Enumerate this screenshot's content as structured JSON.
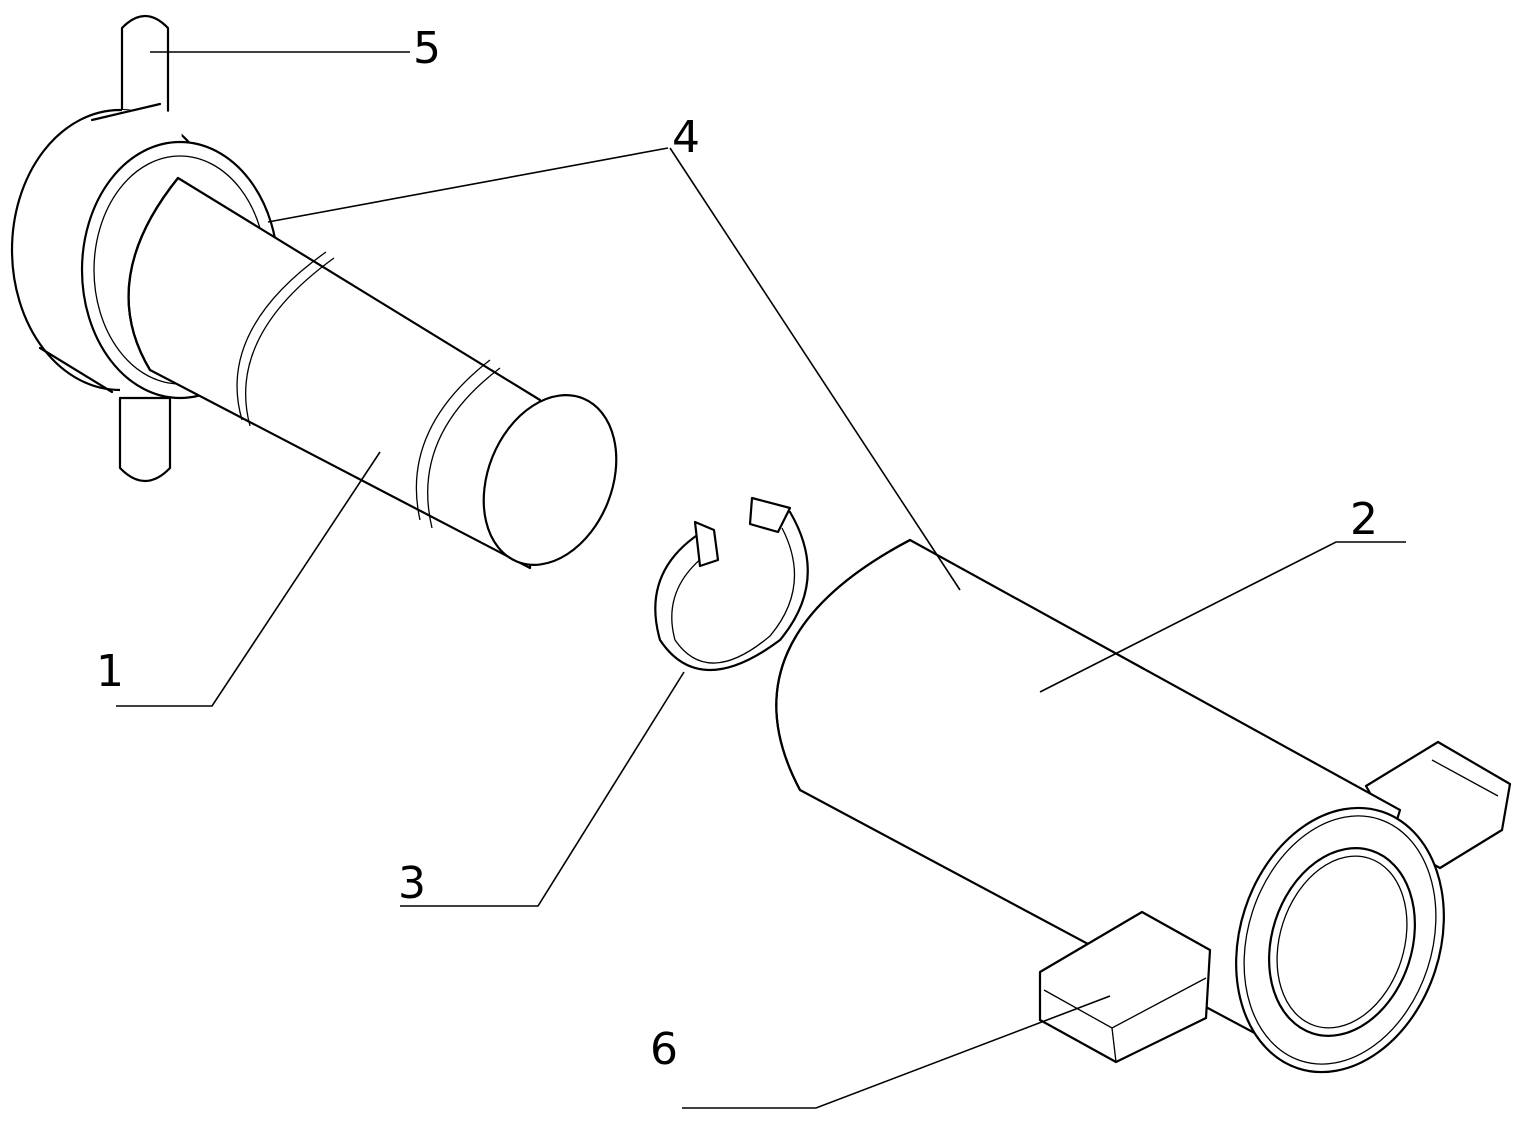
{
  "figure": {
    "labels": {
      "shaft": "1",
      "sleeve": "2",
      "retaining_ring": "3",
      "contact_surface": "4",
      "cross_pin": "5",
      "side_key": "6"
    }
  }
}
